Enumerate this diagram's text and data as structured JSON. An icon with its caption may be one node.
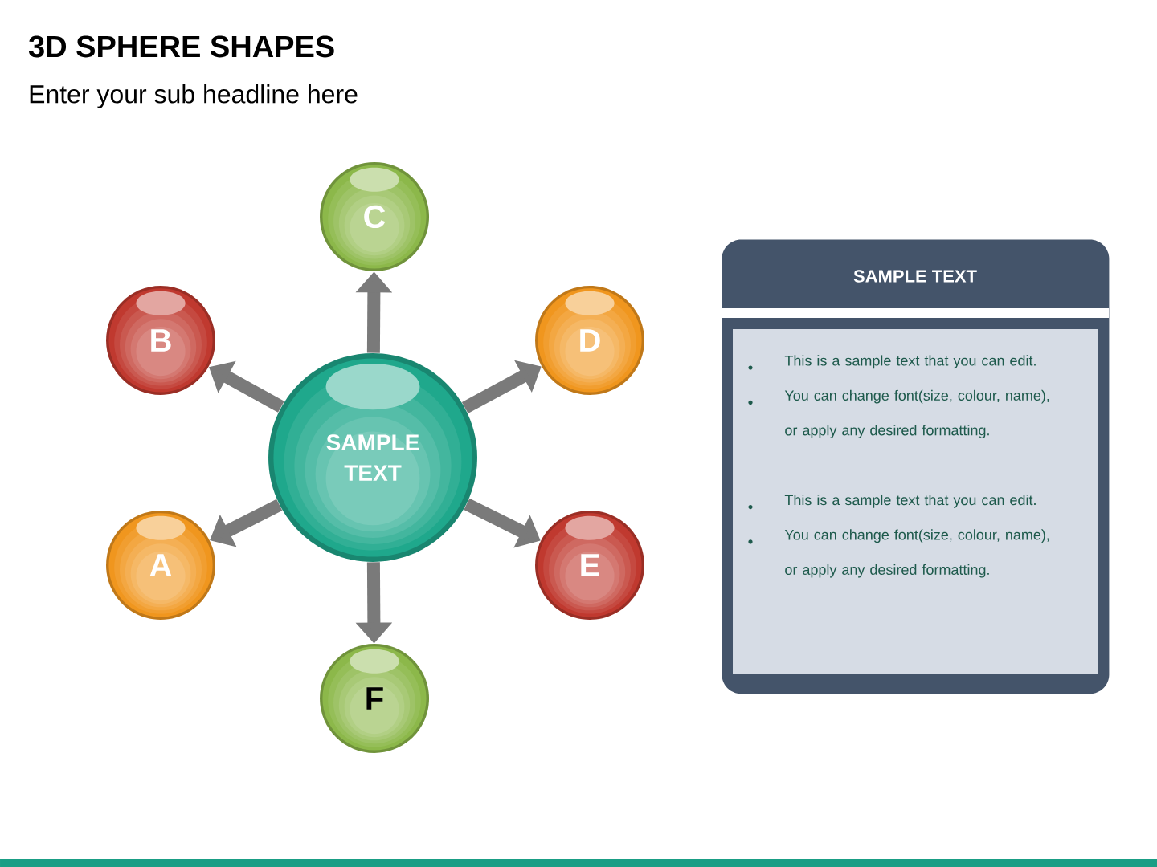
{
  "diagram": {
    "title": "3D SPHERE SHAPES",
    "nodes": [
      {
        "text": [
          "SAMPLE TEXT"
        ]
      },
      {
        "text": [
          "C"
        ]
      },
      {
        "text": [
          "B"
        ]
      },
      {
        "text": [
          "D"
        ]
      },
      {
        "text": [
          "A"
        ]
      },
      {
        "text": [
          "E"
        ]
      },
      {
        "text": [
          "F"
        ]
      },
      {
        "text": [
          "SAMPLE TEXT",
          "This is a sample text that you can edit.",
          "You can change font(size, colour, name), or apply any desired formatting.",
          "This is a sample text that you can edit.",
          "You can change font(size, colour, name), or apply any desired formatting."
        ]
      }
    ],
    "edges": [
      {
        "from": 0,
        "to": 1,
        "arrow": "to"
      },
      {
        "from": 0,
        "to": 2,
        "arrow": "to"
      },
      {
        "from": 0,
        "to": 3,
        "arrow": "to"
      },
      {
        "from": 0,
        "to": 4,
        "arrow": "to"
      },
      {
        "from": 0,
        "to": 5,
        "arrow": "to"
      },
      {
        "from": 0,
        "to": 6,
        "arrow": "to"
      }
    ],
    "labels": [
      "Enter your sub headline here"
    ]
  }
}
